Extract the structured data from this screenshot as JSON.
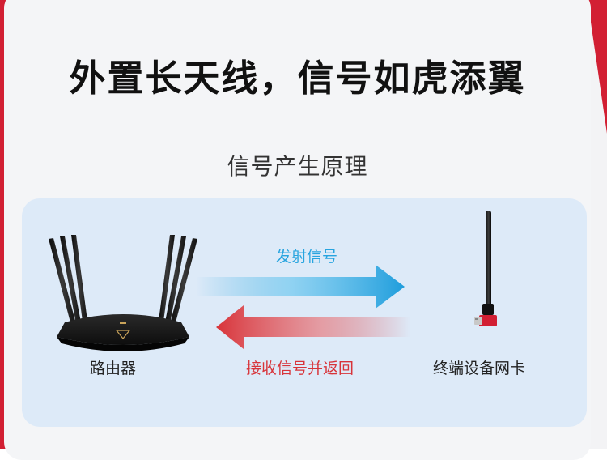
{
  "headline": "外置长天线，信号如虎添翼",
  "subhead": "信号产生原理",
  "diagram": {
    "send_label": "发射信号",
    "receive_label": "接收信号并返回",
    "router_label": "路由器",
    "adapter_label": "终端设备网卡"
  },
  "colors": {
    "brand_red": "#d21f33",
    "send_blue": "#27a4df",
    "receive_red": "#d8343a",
    "panel_bg": "#ddeaf8"
  }
}
